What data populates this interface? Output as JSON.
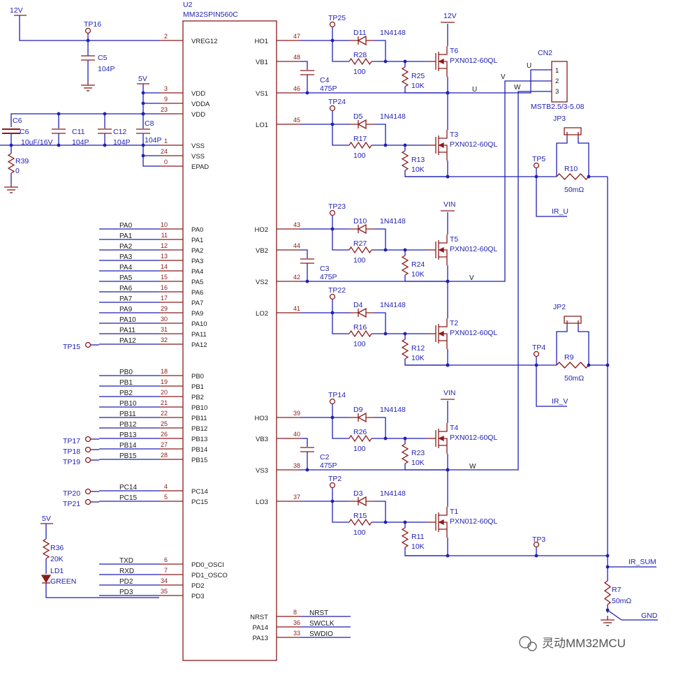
{
  "colors": {
    "wire": "#1f1fb4",
    "part": "#8b1a1a",
    "text": "#1a1a1a",
    "label": "#1f1fb4"
  },
  "ic": {
    "ref": "U2",
    "part": "MM32SPIN560C",
    "left_pins": [
      {
        "name": "VREG12",
        "num": "2"
      },
      {
        "name": "VDD",
        "num": "3"
      },
      {
        "name": "VDDA",
        "num": "9"
      },
      {
        "name": "VDD",
        "num": "23"
      },
      {
        "name": "VSS",
        "num": "1"
      },
      {
        "name": "VSS",
        "num": "24"
      },
      {
        "name": "EPAD",
        "num": "0"
      },
      {
        "name": "PA0",
        "num": "10",
        "net": "PA0"
      },
      {
        "name": "PA1",
        "num": "11",
        "net": "PA1"
      },
      {
        "name": "PA2",
        "num": "12",
        "net": "PA2"
      },
      {
        "name": "PA3",
        "num": "13",
        "net": "PA3"
      },
      {
        "name": "PA4",
        "num": "14",
        "net": "PA4"
      },
      {
        "name": "PA5",
        "num": "15",
        "net": "PA5"
      },
      {
        "name": "PA6",
        "num": "16",
        "net": "PA6"
      },
      {
        "name": "PA7",
        "num": "17",
        "net": "PA7"
      },
      {
        "name": "PA9",
        "num": "29",
        "net": "PA9"
      },
      {
        "name": "PA10",
        "num": "30",
        "net": "PA10"
      },
      {
        "name": "PA11",
        "num": "31",
        "net": "PA11"
      },
      {
        "name": "PA12",
        "num": "32",
        "net": "PA12"
      },
      {
        "name": "PB0",
        "num": "18",
        "net": "PB0"
      },
      {
        "name": "PB1",
        "num": "19",
        "net": "PB1"
      },
      {
        "name": "PB2",
        "num": "20",
        "net": "PB2"
      },
      {
        "name": "PB10",
        "num": "21",
        "net": "PB10"
      },
      {
        "name": "PB11",
        "num": "22",
        "net": "PB11"
      },
      {
        "name": "PB12",
        "num": "25",
        "net": "PB12"
      },
      {
        "name": "PB13",
        "num": "26",
        "net": "PB13"
      },
      {
        "name": "PB14",
        "num": "27",
        "net": "PB14"
      },
      {
        "name": "PB15",
        "num": "28",
        "net": "PB15"
      },
      {
        "name": "PC14",
        "num": "4",
        "net": "PC14"
      },
      {
        "name": "PC15",
        "num": "5",
        "net": "PC15"
      },
      {
        "name": "PD0_OSCI",
        "num": "6",
        "net": "TXD"
      },
      {
        "name": "PD1_OSCO",
        "num": "7",
        "net": "RXD"
      },
      {
        "name": "PD2",
        "num": "34",
        "net": "PD2"
      },
      {
        "name": "PD3",
        "num": "35",
        "net": "PD3"
      }
    ],
    "right_pins": [
      {
        "name": "HO1",
        "num": "47"
      },
      {
        "name": "VB1",
        "num": "48"
      },
      {
        "name": "VS1",
        "num": "46"
      },
      {
        "name": "LO1",
        "num": "45"
      },
      {
        "name": "HO2",
        "num": "43"
      },
      {
        "name": "VB2",
        "num": "44"
      },
      {
        "name": "VS2",
        "num": "42"
      },
      {
        "name": "LO2",
        "num": "41"
      },
      {
        "name": "HO3",
        "num": "39"
      },
      {
        "name": "VB3",
        "num": "40"
      },
      {
        "name": "VS3",
        "num": "38"
      },
      {
        "name": "LO3",
        "num": "37"
      },
      {
        "name": "NRST",
        "num": "8",
        "net": "NRST"
      },
      {
        "name": "PA14",
        "num": "36",
        "net": "SWCLK"
      },
      {
        "name": "PA13",
        "num": "33",
        "net": "SWDIO"
      }
    ]
  },
  "power": {
    "v12": "12V",
    "v5": "5V",
    "vin": "VIN"
  },
  "parts_left": {
    "tp16": "TP16",
    "c5": {
      "ref": "C5",
      "val": "104P"
    },
    "c6": {
      "ref": "C6",
      "val": "10uF/16V"
    },
    "c11": {
      "ref": "C11",
      "val": "104P"
    },
    "c12": {
      "ref": "C12",
      "val": "104P"
    },
    "c8": {
      "ref": "C8",
      "val": "104P"
    },
    "r39": {
      "ref": "R39",
      "val": "0"
    },
    "tp15": "TP15",
    "tp17": "TP17",
    "tp18": "TP18",
    "tp19": "TP19",
    "tp20": "TP20",
    "tp21": "TP21",
    "r36": {
      "ref": "R36",
      "val": "20K"
    },
    "ld1": {
      "ref": "LD1",
      "val": "GREEN"
    }
  },
  "stages": [
    {
      "tp": "TP25",
      "d": "D11",
      "dval": "1N4148",
      "r": "R28",
      "rval": "100",
      "rb": "R25",
      "rbval": "10K",
      "t": "T6",
      "tval": "PXN012-60QL",
      "c": "C4",
      "cval": "475P"
    },
    {
      "tp": "TP24",
      "d": "D5",
      "dval": "1N4148",
      "r": "R17",
      "rval": "100",
      "rb": "R13",
      "rbval": "10K",
      "t": "T3",
      "tval": "PXN012-60QL"
    },
    {
      "tp": "TP23",
      "d": "D10",
      "dval": "1N4148",
      "r": "R27",
      "rval": "100",
      "rb": "R24",
      "rbval": "10K",
      "t": "T5",
      "tval": "PXN012-60QL",
      "c": "C3",
      "cval": "475P"
    },
    {
      "tp": "TP22",
      "d": "D4",
      "dval": "1N4148",
      "r": "R16",
      "rval": "100",
      "rb": "R12",
      "rbval": "10K",
      "t": "T2",
      "tval": "PXN012-60QL"
    },
    {
      "tp": "TP14",
      "d": "D9",
      "dval": "1N4148",
      "r": "R26",
      "rval": "100",
      "rb": "R23",
      "rbval": "10K",
      "t": "T4",
      "tval": "PXN012-60QL",
      "c": "C2",
      "cval": "475P"
    },
    {
      "tp": "TP2",
      "d": "D3",
      "dval": "1N4148",
      "r": "R15",
      "rval": "100",
      "rb": "R11",
      "rbval": "10K",
      "t": "T1",
      "tval": "PXN012-60QL"
    }
  ],
  "phase_nets": {
    "u": "U",
    "v": "V",
    "w": "W"
  },
  "connector": {
    "ref": "CN2",
    "part": "MSTB2.5/3-5.08",
    "pins": [
      "1",
      "2",
      "3"
    ],
    "nets": [
      "U",
      "V",
      "W"
    ]
  },
  "shunts": {
    "jp3": "JP3",
    "tp5": "TP5",
    "r10": {
      "ref": "R10",
      "val": "50mΩ"
    },
    "ir_u": "IR_U",
    "jp2": "JP2",
    "tp4": "TP4",
    "r9": {
      "ref": "R9",
      "val": "50mΩ"
    },
    "ir_v": "IR_V",
    "tp3": "TP3",
    "r7": {
      "ref": "R7",
      "val": "50mΩ"
    },
    "ir_sum": "IR_SUM",
    "gnd": "GND"
  },
  "watermark": "灵动MM32MCU"
}
